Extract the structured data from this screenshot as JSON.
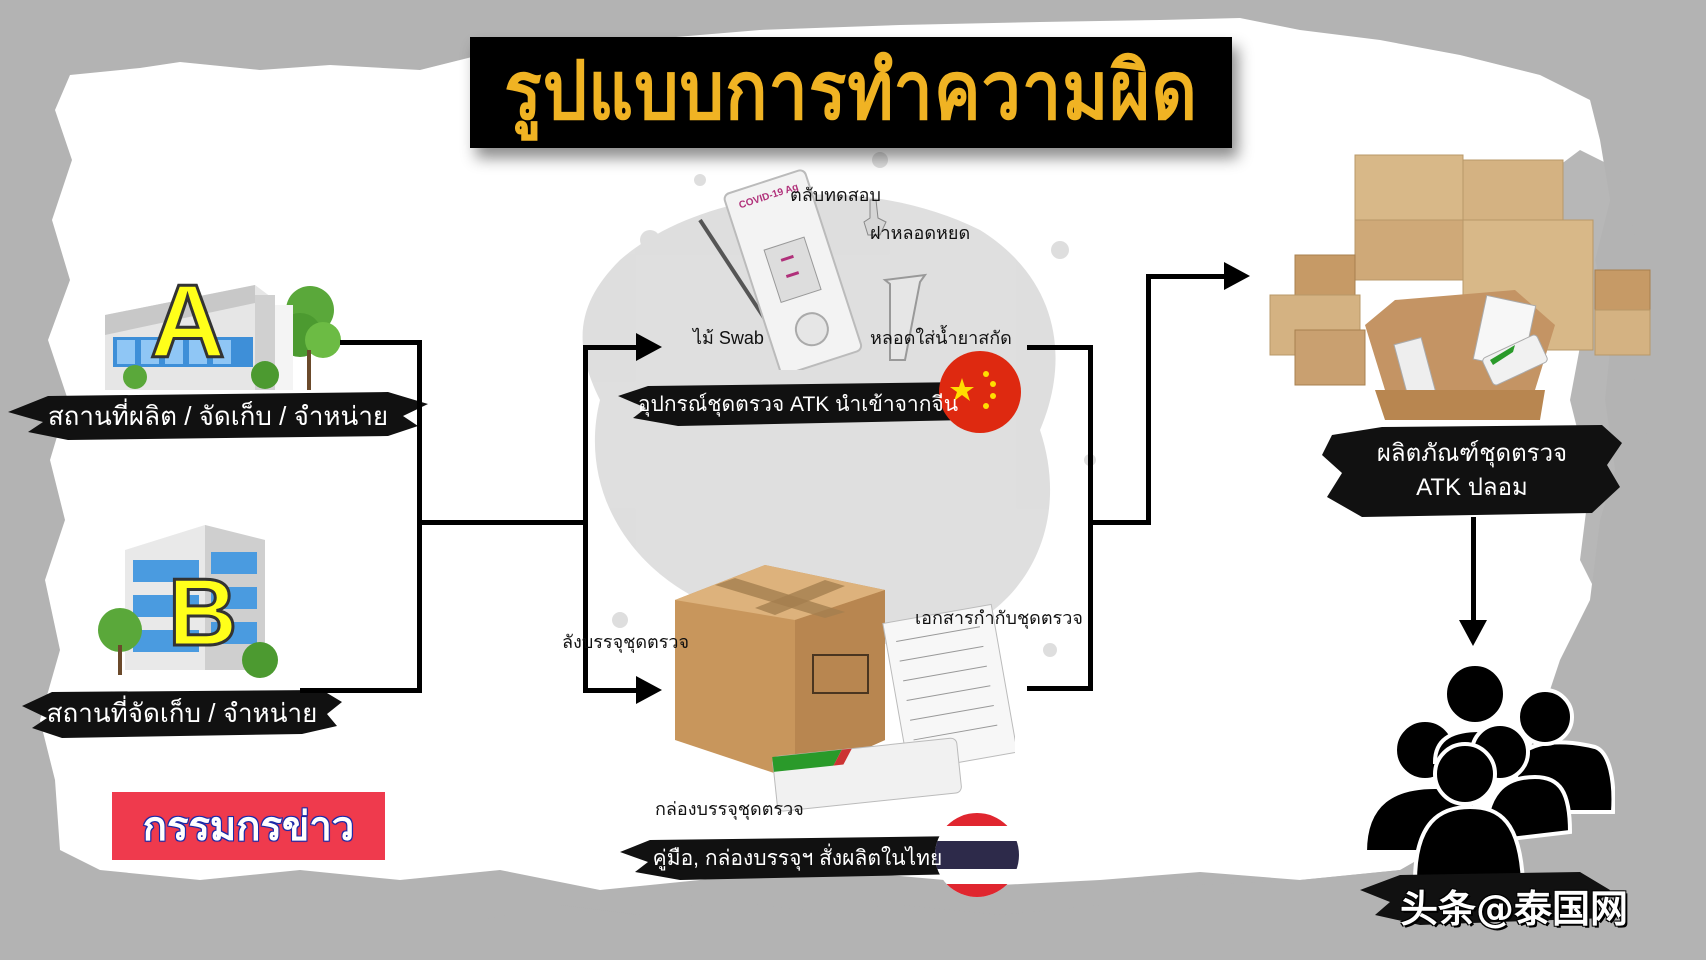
{
  "title": "รูปแบบการทำความผิด",
  "colors": {
    "title_bg": "#000000",
    "title_text": "#f0b323",
    "border_grey": "#b3b3b3",
    "paper": "#ffffff",
    "badge_bg": "#ef3a4d",
    "badge_outline": "#1c2aa8",
    "building_letter": "#ffff1a"
  },
  "locations": [
    {
      "letter": "A",
      "label": "สถานที่ผลิต / จัดเก็บ / จำหน่าย"
    },
    {
      "letter": "B",
      "label": "สถานที่จัดเก็บ / จำหน่าย"
    }
  ],
  "badge": {
    "label": "กรรมกรข่าว"
  },
  "china_kit": {
    "banner": "อุปกรณ์ชุดตรวจ ATK นำเข้าจากจีน",
    "parts": {
      "cassette": "ตลับทดสอบ",
      "dropper_cap": "ฝาหลอดหยด",
      "swab": "ไม้ Swab",
      "extraction_tube": "หลอดใส่น้ำยาสกัด",
      "cassette_print": "COVID-19 Ag"
    },
    "flag": "china-flag"
  },
  "thai_packaging": {
    "banner": "คู่มือ, กล่องบรรจุฯ สั่งผลิตในไทย",
    "parts": {
      "carton": "ลังบรรจุชุดตรวจ",
      "documents": "เอกสารกำกับชุดตรวจ",
      "package_box": "กล่องบรรจุชุดตรวจ"
    },
    "flag": "thailand-flag"
  },
  "product": {
    "line1": "ผลิตภัณฑ์ชุดตรวจ",
    "line2": "ATK ปลอม"
  },
  "consumers": {
    "icon": "people-group-icon"
  },
  "watermark": "头条@泰国网"
}
